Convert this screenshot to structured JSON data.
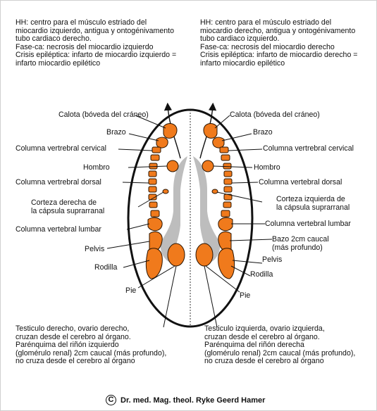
{
  "header": {
    "left": "HH: centro para el músculo estriado del\nmiocardio izquierdo, antigua y ontogénivamento\ntubo cardiaco derecho.\nFase-ca: necrosis del miocardio izquierdo\nCrisis epiléptica: infarto de miocardio izquierdo =\ninfarto miocardio epilético",
    "right": "HH: centro para el músculo estriado del\nmiocardio derecho, antigua y ontogénivamento\ntubo cardiaco izquierdo.\nFase-ca: necrosis del miocardio derecho\nCrisis epiléptica: infarto de miocardio derecho =\ninfarto miocardio epilético"
  },
  "labels_left": {
    "calota": "Calota (bóveda del cráneo)",
    "brazo": "Brazo",
    "cervical": "Columna vertrebral cervical",
    "hombro": "Hombro",
    "dorsal": "Columna vertrebral dorsal",
    "corteza": "Corteza derecha de\nla cápsula suprarranal",
    "lumbar": "Columna vertebral lumbar",
    "pelvis": "Pelvis",
    "rodilla": "Rodilla",
    "pie": "Pie"
  },
  "labels_right": {
    "calota": "Calota (bóveda del cráneo)",
    "brazo": "Brazo",
    "cervical": "Columna vertrebral cervical",
    "hombro": "Hombro",
    "dorsal": "Columna vertebral dorsal",
    "corteza": "Corteza izquierda de\nla cápsula suprarranal",
    "lumbar": "Columna vertebral lumbar",
    "bazo": "Bazo 2cm caucal\n(más profundo)",
    "pelvis": "Pelvis",
    "rodilla": "Rodilla",
    "pie": "Pie"
  },
  "footer": {
    "left": "Testiculo derecho, ovario derecho,\ncruzan desde el cerebro al órgano.\nParénquima del riñón izquierdo\n(glomérulo renal) 2cm caucal (más profundo),\nno cruza desde el cerebro al órgano",
    "right": "Testiculo izquierda, ovario izquierda,\ncruzan desde el cerebro al órgano.\nParénquima del riñón derecha\n(glomérulo renal) 2cm caucal (más profundo),\nno cruza desde el cerebro al órgano"
  },
  "copyright": "Dr. med. Mag. theol. Ryke Geerd Hamer",
  "colors": {
    "organ_fill": "#f07a1c",
    "organ_stroke": "#2a1400",
    "tube_gray": "#bdbdbd",
    "text": "#111111",
    "background": "#ffffff"
  },
  "icons": [
    "copyright-icon"
  ]
}
